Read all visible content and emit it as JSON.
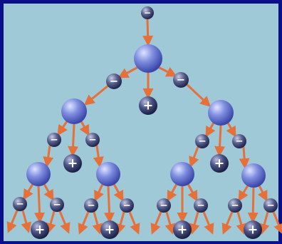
{
  "diagram": {
    "colors": {
      "frame": "#0a0f8a",
      "panel": "#9fc9d6",
      "arrow": "#e5703a",
      "gas_atom": "#7f8fe0",
      "gas_atom_dark": "#3a46a8",
      "electron": "#58608c",
      "electron_dark": "#20264e",
      "ion": "#4a5284",
      "ion_dark": "#1a1f44"
    },
    "symbols": {
      "electron": "−",
      "ion": "+"
    },
    "icons": {
      "atom": "sphere",
      "electron": "minus-particle",
      "ion": "plus-particle",
      "arrow": "orange-arrow"
    }
  }
}
